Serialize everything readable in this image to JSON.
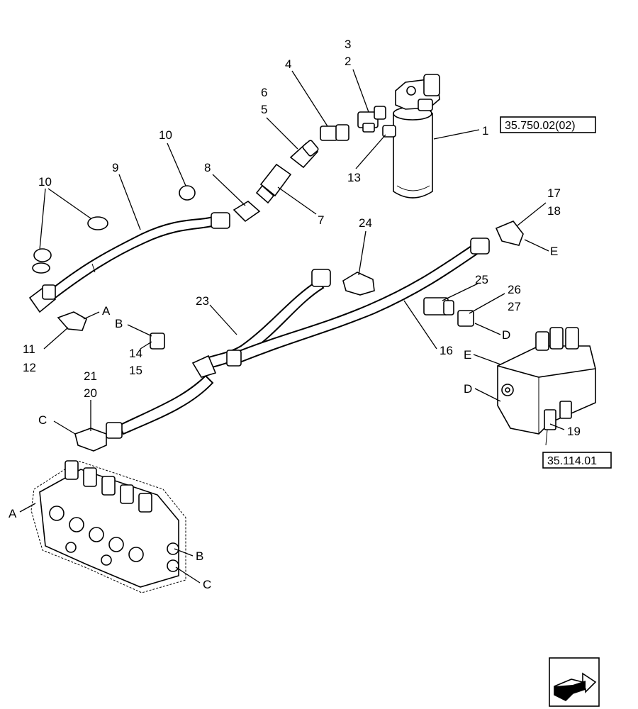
{
  "callouts": {
    "n1": "1",
    "n2": "2",
    "n3": "3",
    "n4": "4",
    "n5": "5",
    "n6": "6",
    "n7": "7",
    "n8": "8",
    "n9": "9",
    "n10a": "10",
    "n10b": "10",
    "n11": "11",
    "n12": "12",
    "n13": "13",
    "n14": "14",
    "n15": "15",
    "n16": "16",
    "n17": "17",
    "n18": "18",
    "n19": "19",
    "n20": "20",
    "n21": "21",
    "n23": "23",
    "n24": "24",
    "n25": "25",
    "n26": "26",
    "n27": "27"
  },
  "connections": {
    "A1": "A",
    "B1": "B",
    "C1": "C",
    "D1": "D",
    "E1": "E",
    "D2": "D",
    "E2": "E",
    "A2": "A",
    "B2": "B",
    "C2": "C"
  },
  "references": {
    "filter_ref": "35.750.02(02)",
    "valve_ref": "35.114.01"
  },
  "icons": {
    "nav": "next-page-arrow-icon"
  }
}
